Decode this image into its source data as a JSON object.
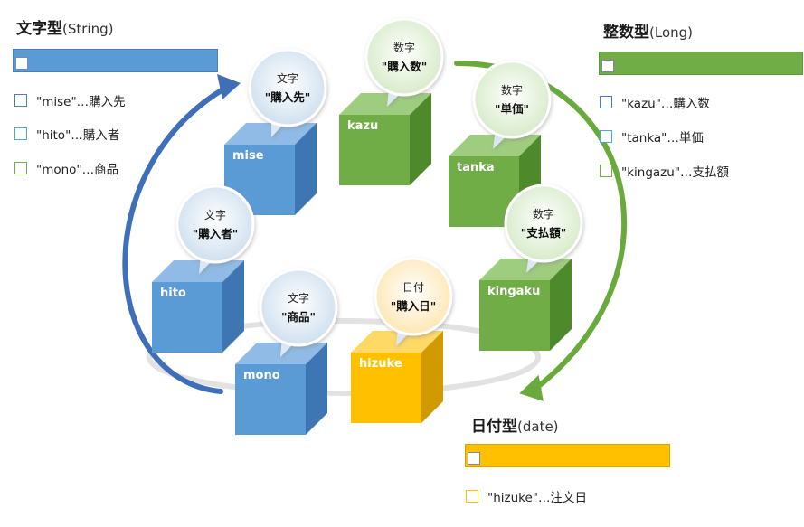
{
  "groups": {
    "string": {
      "title": "文字型",
      "title_en": "(String)",
      "color": "#5b9bd5",
      "items": [
        "\"mise\"…購入先",
        "\"hito\"…購入者",
        "\"mono\"…商品"
      ],
      "item_colors": [
        "#4a7ebb",
        "#4bacc6",
        "#70ad47"
      ]
    },
    "long": {
      "title": "整数型",
      "title_en": "(Long)",
      "color": "#70ad47",
      "items": [
        "\"kazu\"…購入数",
        "\"tanka\"…単価",
        "\"kingazu\"…支払額"
      ],
      "item_colors": [
        "#4a7ebb",
        "#4bacc6",
        "#70ad47"
      ]
    },
    "date": {
      "title": "日付型",
      "title_en": "(date)",
      "color": "#ffc000",
      "items": [
        "\"hizuke\"…注文日"
      ],
      "item_colors": [
        "#ffc000"
      ]
    }
  },
  "variables": {
    "mise": {
      "name": "mise",
      "type": "文字",
      "label": "\"購入先\""
    },
    "hito": {
      "name": "hito",
      "type": "文字",
      "label": "\"購入者\""
    },
    "mono": {
      "name": "mono",
      "type": "文字",
      "label": "\"商品\""
    },
    "kazu": {
      "name": "kazu",
      "type": "数字",
      "label": "\"購入数\""
    },
    "tanka": {
      "name": "tanka",
      "type": "数字",
      "label": "\"単価\""
    },
    "kingaku": {
      "name": "kingaku",
      "type": "数字",
      "label": "\"支払額\""
    },
    "hizuke": {
      "name": "hizuke",
      "type": "日付",
      "label": "\"購入日\""
    }
  }
}
